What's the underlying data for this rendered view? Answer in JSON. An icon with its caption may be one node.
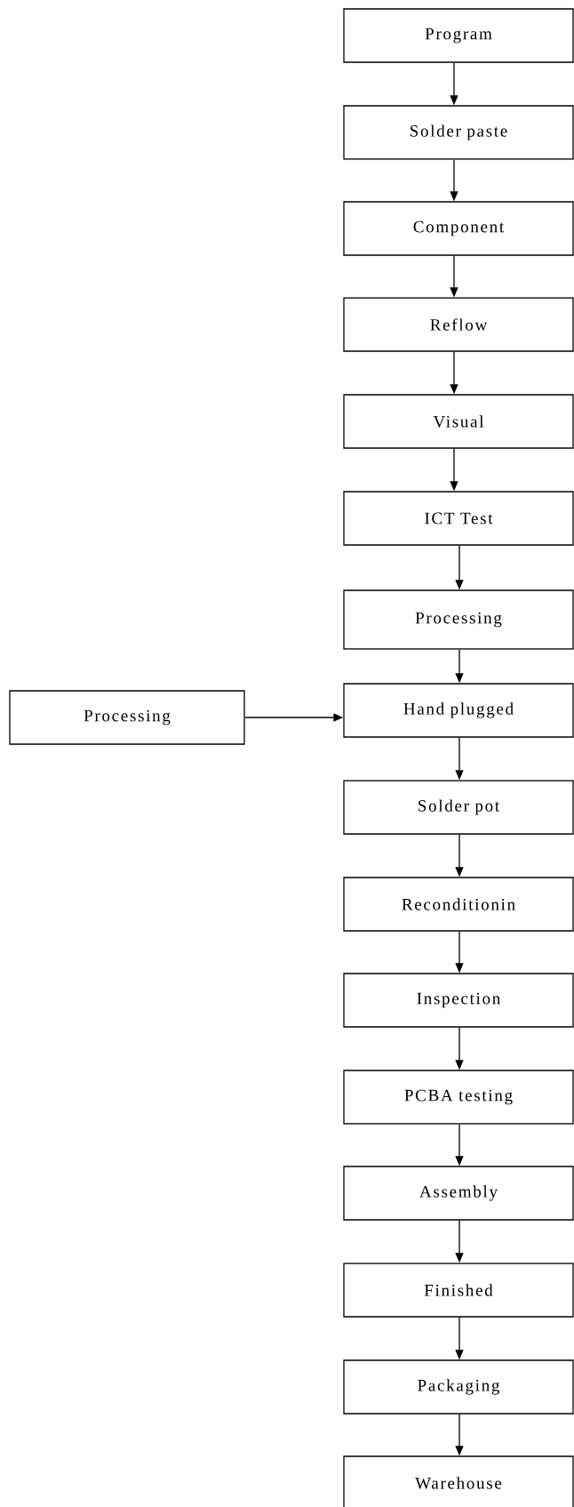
{
  "diagram": {
    "nodes": [
      {
        "text": [
          "Program"
        ]
      },
      {
        "text": [
          "Solder paste"
        ]
      },
      {
        "text": [
          "Component"
        ]
      },
      {
        "text": [
          "Reflow"
        ]
      },
      {
        "text": [
          "Visual"
        ]
      },
      {
        "text": [
          "ICT Test"
        ]
      },
      {
        "text": [
          "Processing"
        ]
      },
      {
        "text": [
          "Processing"
        ]
      },
      {
        "text": [
          "Hand plugged"
        ]
      },
      {
        "text": [
          "Solder pot"
        ]
      },
      {
        "text": [
          "Reconditionin"
        ]
      },
      {
        "text": [
          "Inspection"
        ]
      },
      {
        "text": [
          "PCBA testing"
        ]
      },
      {
        "text": [
          "Assembly"
        ]
      },
      {
        "text": [
          "Finished"
        ]
      },
      {
        "text": [
          "Packaging"
        ]
      },
      {
        "text": [
          "Warehouse"
        ]
      }
    ],
    "edges": [
      {
        "from": 0,
        "to": 1,
        "arrow": "to"
      },
      {
        "from": 1,
        "to": 2,
        "arrow": "to"
      },
      {
        "from": 2,
        "to": 3,
        "arrow": "to"
      },
      {
        "from": 3,
        "to": 4,
        "arrow": "to"
      },
      {
        "from": 4,
        "to": 5,
        "arrow": "to"
      },
      {
        "from": 5,
        "to": 6,
        "arrow": "to"
      },
      {
        "from": 6,
        "to": 8,
        "arrow": "to"
      },
      {
        "from": 7,
        "to": 8,
        "arrow": "to"
      },
      {
        "from": 8,
        "to": 9,
        "arrow": "to"
      },
      {
        "from": 9,
        "to": 10,
        "arrow": "to"
      },
      {
        "from": 10,
        "to": 11,
        "arrow": "to"
      },
      {
        "from": 11,
        "to": 12,
        "arrow": "to"
      },
      {
        "from": 12,
        "to": 13,
        "arrow": "to"
      },
      {
        "from": 13,
        "to": 14,
        "arrow": "to"
      },
      {
        "from": 14,
        "to": 15,
        "arrow": "to"
      },
      {
        "from": 15,
        "to": 16,
        "arrow": "to"
      }
    ]
  }
}
